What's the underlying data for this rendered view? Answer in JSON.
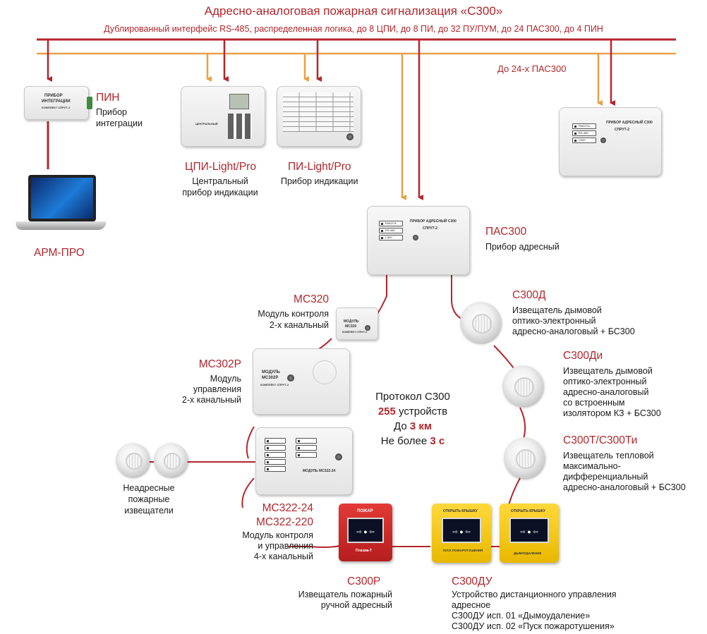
{
  "header": {
    "title": "Адресно-аналоговая пожарная сигнализация «С300»",
    "bus_label": "Дублированный интерфейс RS-485, распределенная логика, до 8 ЦПИ, до 8 ПИ, до 32 ПУ/ПУМ, до 24 ПАС300, до 4 ПИН",
    "pas_note": "До 24-х ПАС300"
  },
  "colors": {
    "rs485_bus": "#b3262b",
    "power_bus": "#e8a045",
    "loop": "#b3262b"
  },
  "devices": {
    "pin": {
      "name": "ПИН",
      "desc1": "Прибор",
      "desc2": "интеграции",
      "label1": "ПРИБОР",
      "label2": "ИНТЕГРАЦИИ",
      "label3": "КОМПЛЕКТ СПРУТ-2"
    },
    "arm": {
      "name": "АРМ-ПРО"
    },
    "cpi": {
      "name": "ЦПИ-Light/Pro",
      "desc1": "Центральный",
      "desc2": "прибор индикации"
    },
    "pi": {
      "name": "ПИ-Light/Pro",
      "desc1": "Прибор индикации"
    },
    "pas300": {
      "name": "ПАС300",
      "desc1": "Прибор адресный",
      "panel_title": "ПРИБОР АДРЕСНЫЙ С300",
      "panel_sub": "СПРУТ-2",
      "btn1": "РАБОТА",
      "btn2": "RS-485",
      "btn3": "С300"
    },
    "mc320": {
      "name": "МС320",
      "desc1": "Модуль контроля",
      "desc2": "2-х канальный",
      "panel1": "МОДУЛЬ",
      "panel2": "МС320",
      "panel3": "КОМПЛЕКТ СПРУТ-2"
    },
    "mc302r": {
      "name": "МС302Р",
      "desc1": "Модуль",
      "desc2": "управления",
      "desc3": "2-х канальный",
      "panel1": "МОДУЛЬ",
      "panel2": "МС302Р",
      "panel3": "КОМПЛЕКТ СПРУТ-2"
    },
    "mc322": {
      "name1": "МС322-24",
      "name2": "МС322-220",
      "desc1": "Модуль контроля",
      "desc2": "и управления",
      "desc3": "4-х канальный",
      "panel": "МОДУЛЬ МС322-24"
    },
    "nonaddr": {
      "desc1": "Неадресные",
      "desc2": "пожарные",
      "desc3": "извещатели"
    },
    "c300d": {
      "name": "С300Д",
      "desc1": "Извещатель дымовой",
      "desc2": "оптико-электронный",
      "desc3": "адресно-аналоговый + БС300"
    },
    "c300di": {
      "name": "С300Ди",
      "desc1": "Извещатель дымовой",
      "desc2": "оптико-электронный",
      "desc3": "адресно-аналоговый",
      "desc4": "со встроенным",
      "desc5": "изолятором КЗ + БС300"
    },
    "c300t": {
      "name": "С300Т/С300Ти",
      "desc1": "Извещатель тепловой",
      "desc2": "максимально-",
      "desc3": "дифференциальный",
      "desc4": "адресно-аналоговый + БС300"
    },
    "c300r": {
      "name": "С300Р",
      "desc1": "Извещатель пожарный",
      "desc2": "ручной адресный",
      "panel_top": "ПОЖАР",
      "panel_brand": "Плазма-Т"
    },
    "c300du": {
      "name": "С300ДУ",
      "desc1": "Устройство дистанционного управления",
      "desc2": "адресное",
      "desc3": "С300ДУ исп. 01 «Дымоудаление»",
      "desc4": "С300ДУ исп. 02 «Пуск пожаротушения»",
      "panel_top": "ОТКРЫТЬ КРЫШКУ",
      "label_left": "ПУСК ПОЖАРОТУШЕНИЯ",
      "label_right": "ДЫМОУДАЛЕНИЕ"
    }
  },
  "protocol": {
    "line1": "Протокол С300",
    "devices_num": "255",
    "devices_word": "устройств",
    "dist_pre": "До",
    "dist_val": "3 км",
    "time_pre": "Не более",
    "time_val": "3 с"
  }
}
